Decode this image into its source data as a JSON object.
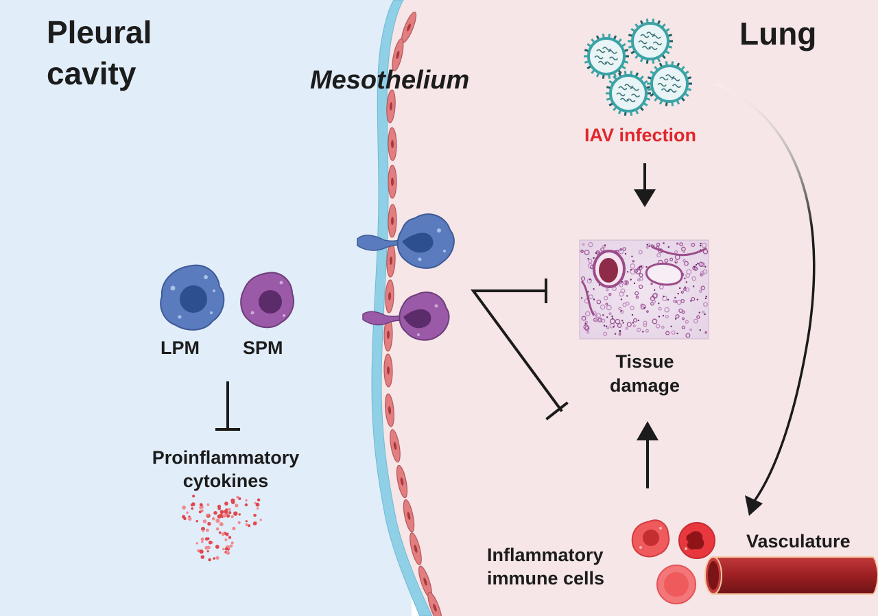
{
  "regions": {
    "pleural_cavity": {
      "line1": "Pleural",
      "line2": "cavity"
    },
    "lung": {
      "title": "Lung"
    },
    "mesothelium": {
      "title": "Mesothelium"
    }
  },
  "cells": {
    "lpm": "LPM",
    "spm": "SPM"
  },
  "labels": {
    "proinflammatory_line1": "Proinflammatory",
    "proinflammatory_line2": "cytokines",
    "iav_infection": "IAV infection",
    "tissue_line1": "Tissue",
    "tissue_line2": "damage",
    "immune_line1": "Inflammatory",
    "immune_line2": "immune cells",
    "vasculature": "Vasculature"
  },
  "colors": {
    "pleural_bg": "#e1edf9",
    "lung_bg": "#f6e6e7",
    "mesothelium_layer": "#8fd0e6",
    "mesothelial_cell": "#e27d80",
    "lpm_cell": "#5a7cbf",
    "spm_cell": "#9a5aa7",
    "iav_label": "#e0262b",
    "virus": "#3aa3a6",
    "vessel": "#a52224",
    "immune_cell": "#ef5a5d",
    "cytokine_dot": "#e0474d"
  }
}
